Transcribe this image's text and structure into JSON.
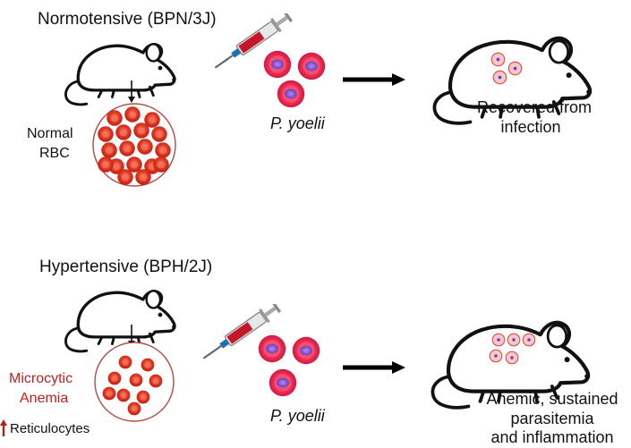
{
  "panels": {
    "top": {
      "title": "Normotensive (BPN/3J)",
      "rbc_label_line1": "Normal",
      "rbc_label_line2": "RBC",
      "parasite": "P. yoelii",
      "outcome_line1": "Recovered from",
      "outcome_line2": "infection"
    },
    "bottom": {
      "title": "Hypertensive (BPH/2J)",
      "rbc_label_line1": "Microcytic",
      "rbc_label_line2": "Anemia",
      "reticulocytes": "Reticulocytes",
      "parasite": "P. yoelii",
      "outcome_line1": "Anemic, sustained",
      "outcome_line2": "parasitemia",
      "outcome_line3": "and inflammation"
    }
  },
  "colors": {
    "rbc_fill": "#e0301e",
    "rbc_center": "#f06a55",
    "parasite_purple": "#8a5ad8",
    "infected_ring": "#e4234a",
    "arrow": "#000000",
    "accent_red": "#c0201c"
  },
  "icons": [
    "mouse-icon",
    "syringe-icon",
    "blood-smear-icon",
    "infected-rbc-icon",
    "arrow-icon"
  ]
}
